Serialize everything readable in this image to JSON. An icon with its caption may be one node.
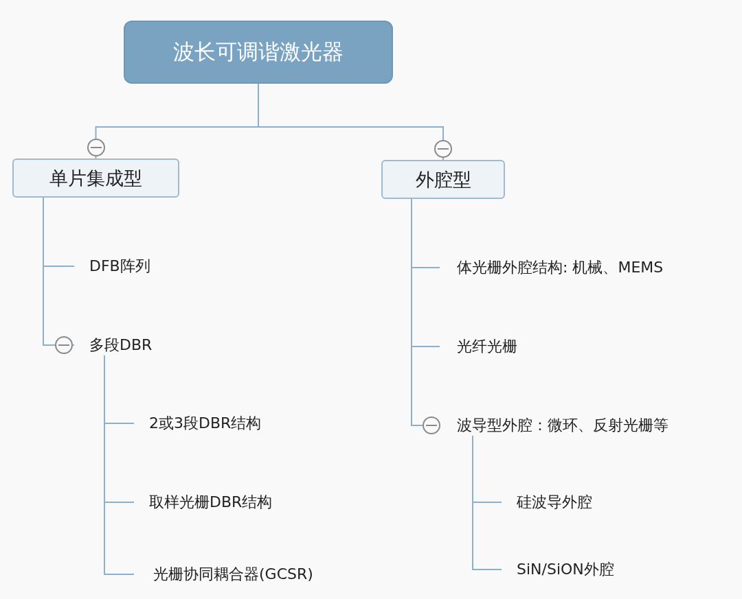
{
  "diagram": {
    "nodes": [
      {
        "text": [
          "波长可调谐激光器"
        ]
      },
      {
        "text": [
          "单片集成型"
        ]
      },
      {
        "text": [
          "外腔型"
        ]
      },
      {
        "text": [
          "DFB阵列"
        ]
      },
      {
        "text": [
          "多段DBR"
        ]
      },
      {
        "text": [
          "2或3段DBR结构"
        ]
      },
      {
        "text": [
          "取样光栅DBR结构"
        ]
      },
      {
        "text": [
          "光栅协同耦合器(GCSR)"
        ]
      },
      {
        "text": [
          "体光栅外腔结构: 机械、MEMS"
        ]
      },
      {
        "text": [
          "光纤光栅"
        ]
      },
      {
        "text": [
          "波导型外腔：微环、反射光栅等"
        ]
      },
      {
        "text": [
          "硅波导外腔"
        ]
      },
      {
        "text": [
          "SiN/SiON外腔"
        ]
      }
    ],
    "edges": [
      {
        "from": 0,
        "to": 1,
        "arrow": "none"
      },
      {
        "from": 0,
        "to": 2,
        "arrow": "none"
      },
      {
        "from": 1,
        "to": 3,
        "arrow": "none"
      },
      {
        "from": 1,
        "to": 4,
        "arrow": "none"
      },
      {
        "from": 4,
        "to": 5,
        "arrow": "none"
      },
      {
        "from": 4,
        "to": 6,
        "arrow": "none"
      },
      {
        "from": 4,
        "to": 7,
        "arrow": "none"
      },
      {
        "from": 2,
        "to": 8,
        "arrow": "none"
      },
      {
        "from": 2,
        "to": 9,
        "arrow": "none"
      },
      {
        "from": 2,
        "to": 10,
        "arrow": "none"
      },
      {
        "from": 10,
        "to": 11,
        "arrow": "none"
      },
      {
        "from": 10,
        "to": 12,
        "arrow": "none"
      }
    ]
  }
}
